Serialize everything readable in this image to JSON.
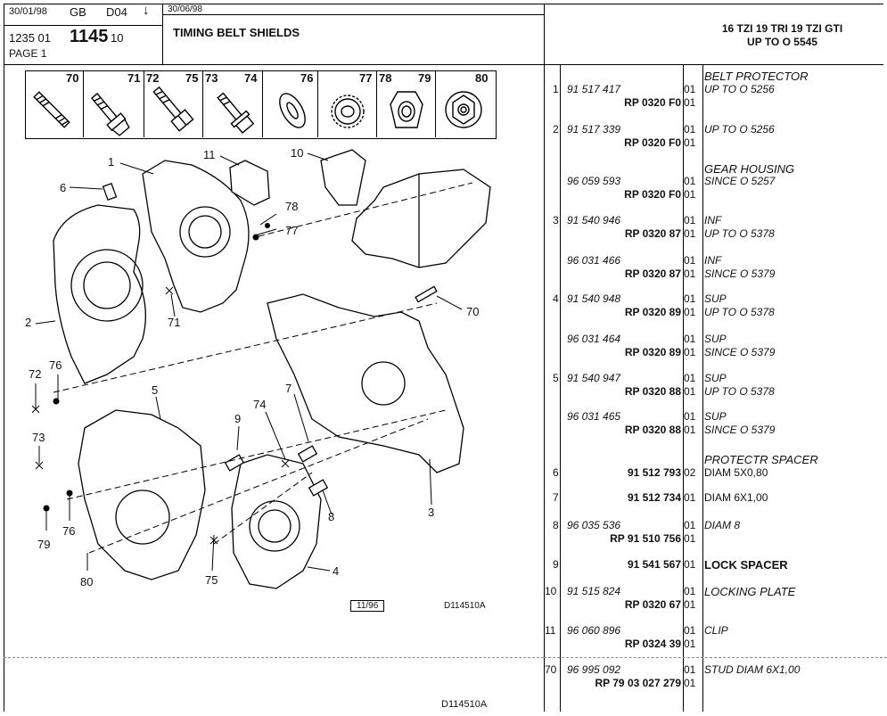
{
  "header": {
    "date1": "30/01/98",
    "lang": "GB",
    "code": "D04",
    "arrow": "↓",
    "date2": "30/06/98",
    "ref_prefix": "1235 01",
    "ref_main": "1145",
    "ref_suffix": "10",
    "page": "PAGE 1",
    "title": "TIMING BELT SHIELDS",
    "models_line1": "16 TZI 19 TRI 19 TZI GTI",
    "models_line2": "UP TO O 5545"
  },
  "strip": [
    "70",
    "71",
    "72",
    "75",
    "73",
    "74",
    "76",
    "77",
    "78",
    "79",
    "80"
  ],
  "diagram": {
    "callouts": [
      "1",
      "2",
      "3",
      "4",
      "5",
      "6",
      "7",
      "8",
      "9",
      "10",
      "11",
      "70",
      "71",
      "72",
      "73",
      "74",
      "75",
      "76",
      "77",
      "78",
      "79",
      "80"
    ],
    "dup_76": "76",
    "ref_box": "11/96",
    "drawing_code": "D114510A",
    "footer_code": "D114510A"
  },
  "parts": [
    {
      "idx": "",
      "p1": "",
      "p2": "",
      "q1": "",
      "q2": "",
      "d1": "BELT PROTECTOR",
      "d2": "",
      "heading": true
    },
    {
      "idx": "1",
      "p1": "91 517 417",
      "p2": "RP  0320 F0",
      "q1": "01",
      "q2": "01",
      "d1": "UP TO O 5256",
      "d2": ""
    },
    {
      "idx": "2",
      "p1": "91 517 339",
      "p2": "RP  0320 F0",
      "q1": "01",
      "q2": "01",
      "d1": "UP TO O 5256",
      "d2": ""
    },
    {
      "idx": "",
      "p1": "",
      "p2": "",
      "q1": "",
      "q2": "",
      "d1": "GEAR HOUSING",
      "d2": "",
      "heading": true
    },
    {
      "idx": "",
      "p1": "96 059 593",
      "p2": "RP  0320 F0",
      "q1": "01",
      "q2": "01",
      "d1": "SINCE O 5257",
      "d2": ""
    },
    {
      "idx": "3",
      "p1": "91 540 946",
      "p2": "RP  0320 87",
      "q1": "01",
      "q2": "01",
      "d1": "INF",
      "d2": "UP TO O 5378"
    },
    {
      "idx": "",
      "p1": "96 031 466",
      "p2": "RP  0320 87",
      "q1": "01",
      "q2": "01",
      "d1": "INF",
      "d2": "SINCE O 5379"
    },
    {
      "idx": "4",
      "p1": "91 540 948",
      "p2": "RP  0320 89",
      "q1": "01",
      "q2": "01",
      "d1": "SUP",
      "d2": "UP TO O 5378"
    },
    {
      "idx": "",
      "p1": "96 031 464",
      "p2": "RP  0320 89",
      "q1": "01",
      "q2": "01",
      "d1": "SUP",
      "d2": "SINCE O 5379"
    },
    {
      "idx": "5",
      "p1": "91 540 947",
      "p2": "RP  0320 88",
      "q1": "01",
      "q2": "01",
      "d1": "SUP",
      "d2": "UP TO O 5378"
    },
    {
      "idx": "",
      "p1": "96 031 465",
      "p2": "RP  0320 88",
      "q1": "01",
      "q2": "01",
      "d1": "SUP",
      "d2": "SINCE O 5379"
    },
    {
      "idx": "",
      "p1": "",
      "p2": "",
      "q1": "",
      "q2": "",
      "d1": "PROTECTR SPACER",
      "d2": "",
      "heading": true
    },
    {
      "idx": "6",
      "p1": "",
      "p2": "91 512 793",
      "q1": "",
      "q2": "02",
      "d1": "",
      "d2": "DIAM 5X0,80"
    },
    {
      "idx": "7",
      "p1": "",
      "p2": "91 512 734",
      "q1": "",
      "q2": "01",
      "d1": "",
      "d2": "DIAM 6X1,00"
    },
    {
      "idx": "8",
      "p1": "96 035 536",
      "p2": "RP  91 510 756",
      "q1": "01",
      "q2": "01",
      "d1": "DIAM 8",
      "d2": ""
    },
    {
      "idx": "9",
      "p1": "",
      "p2": "91 541 567",
      "q1": "",
      "q2": "01",
      "d1": "",
      "d2": "LOCK SPACER"
    },
    {
      "idx": "10",
      "p1": "91 515 824",
      "p2": "RP  0320 67",
      "q1": "01",
      "q2": "01",
      "d1": "LOCKING PLATE",
      "d2": ""
    },
    {
      "idx": "11",
      "p1": "96 060 896",
      "p2": "RP  0324 39",
      "q1": "01",
      "q2": "01",
      "d1": "CLIP",
      "d2": ""
    },
    {
      "idx": "70",
      "p1": "96 995 092",
      "p2": "RP  79 03 027 279",
      "q1": "01",
      "q2": "01",
      "d1": "STUD DIAM 6X1,00",
      "d2": ""
    }
  ]
}
